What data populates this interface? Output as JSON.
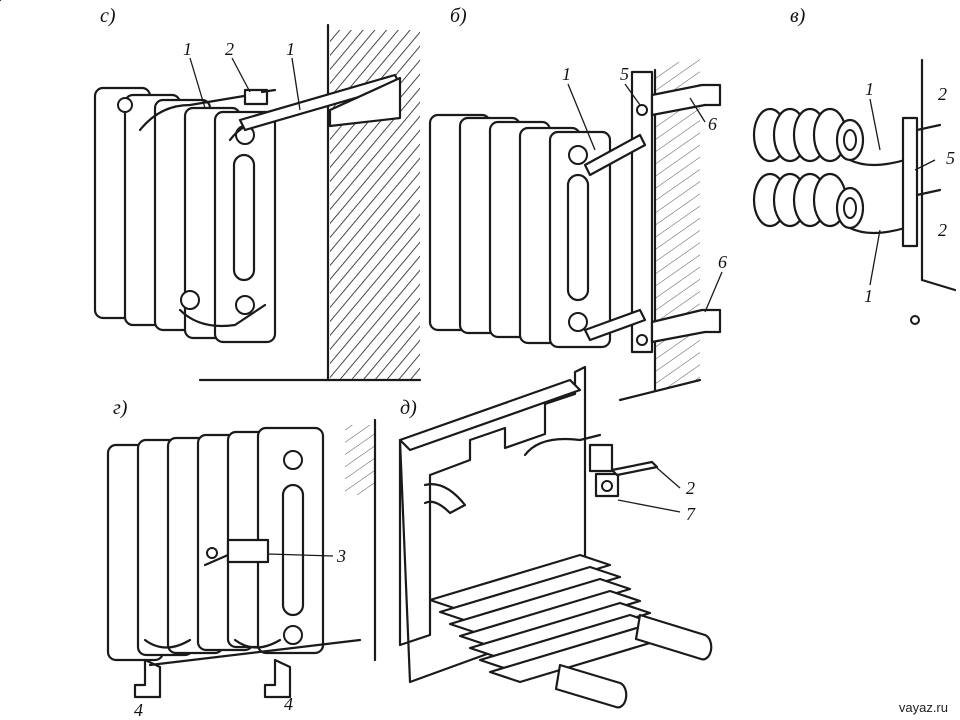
{
  "panels": {
    "a": "c)",
    "b": "б)",
    "v": "в)",
    "g": "г)",
    "d": "д)"
  },
  "numbers": {
    "n1": "1",
    "n2": "2",
    "n3": "3",
    "n4": "4",
    "n5": "5",
    "n6": "6",
    "n7": "7"
  },
  "watermark": "vayaz.ru",
  "colors": {
    "ink": "#1a1a1a",
    "paper": "#ffffff"
  }
}
